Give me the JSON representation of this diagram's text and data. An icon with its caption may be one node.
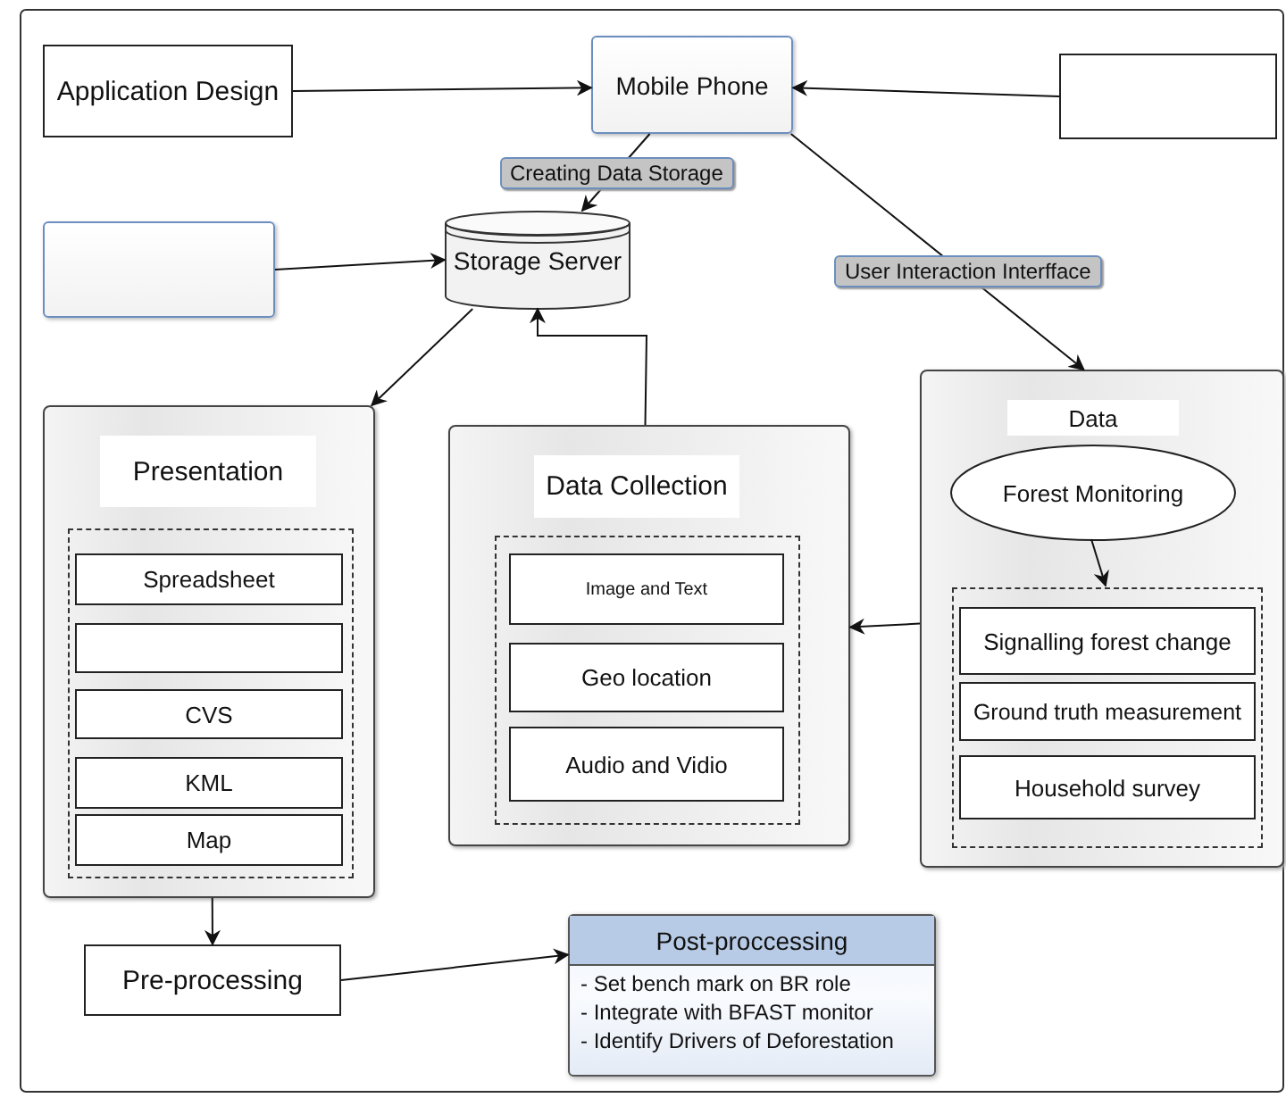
{
  "diagram": {
    "nodes": [
      {
        "text": [
          "Application Design"
        ]
      },
      {
        "text": [
          "Mobile Phone"
        ]
      },
      {
        "text": [],
        "shape": "box"
      },
      {
        "text": [],
        "shape": "box"
      },
      {
        "text": [
          "Storage Server"
        ]
      },
      {
        "text": [
          "Presentation"
        ]
      },
      {
        "text": [
          "Spreadsheet"
        ],
        "in": 5
      },
      {
        "text": [],
        "shape": "box",
        "in": 5
      },
      {
        "text": [
          "CVS"
        ],
        "in": 5
      },
      {
        "text": [
          "KML"
        ],
        "in": 5
      },
      {
        "text": [
          "Map"
        ],
        "in": 5
      },
      {
        "text": [
          "Data Collection"
        ]
      },
      {
        "text": [
          "Image and Text"
        ],
        "in": 11
      },
      {
        "text": [
          "Geo location"
        ],
        "in": 11
      },
      {
        "text": [
          "Audio and Vidio"
        ],
        "in": 11
      },
      {
        "text": [
          "Data"
        ]
      },
      {
        "text": [
          "Forest Monitoring"
        ],
        "in": 15
      },
      {
        "text": [],
        "shape": "box",
        "in": 15
      },
      {
        "text": [
          "Signalling  forest change"
        ],
        "in": 17
      },
      {
        "text": [
          "Ground truth measurement"
        ],
        "in": 17
      },
      {
        "text": [
          "Household survey"
        ],
        "in": 17
      },
      {
        "text": [
          "Pre-processing"
        ]
      },
      {
        "text": [
          "Post-proccessing",
          "- Set bench mark on BR role",
          "- Integrate with  BFAST monitor",
          "- Identify  Drivers of Deforestation"
        ]
      }
    ],
    "edges": [
      {
        "from": 0,
        "to": 1,
        "arrow": "to"
      },
      {
        "from": 2,
        "to": 1,
        "arrow": "to"
      },
      {
        "from": 1,
        "to": 4,
        "arrow": "to",
        "label": "Creating Data Storage"
      },
      {
        "from": 3,
        "to": 4,
        "arrow": "to"
      },
      {
        "from": 1,
        "to": 15,
        "arrow": "to",
        "label": "User Interaction Interfface"
      },
      {
        "from": 4,
        "to": 5,
        "arrow": "to"
      },
      {
        "from": 11,
        "to": 4,
        "arrow": "to"
      },
      {
        "from": 16,
        "to": 17,
        "arrow": "to"
      },
      {
        "from": 15,
        "to": 11,
        "arrow": "to"
      },
      {
        "from": 5,
        "to": 21,
        "arrow": "to"
      },
      {
        "from": 21,
        "to": 22,
        "arrow": "to"
      }
    ]
  }
}
